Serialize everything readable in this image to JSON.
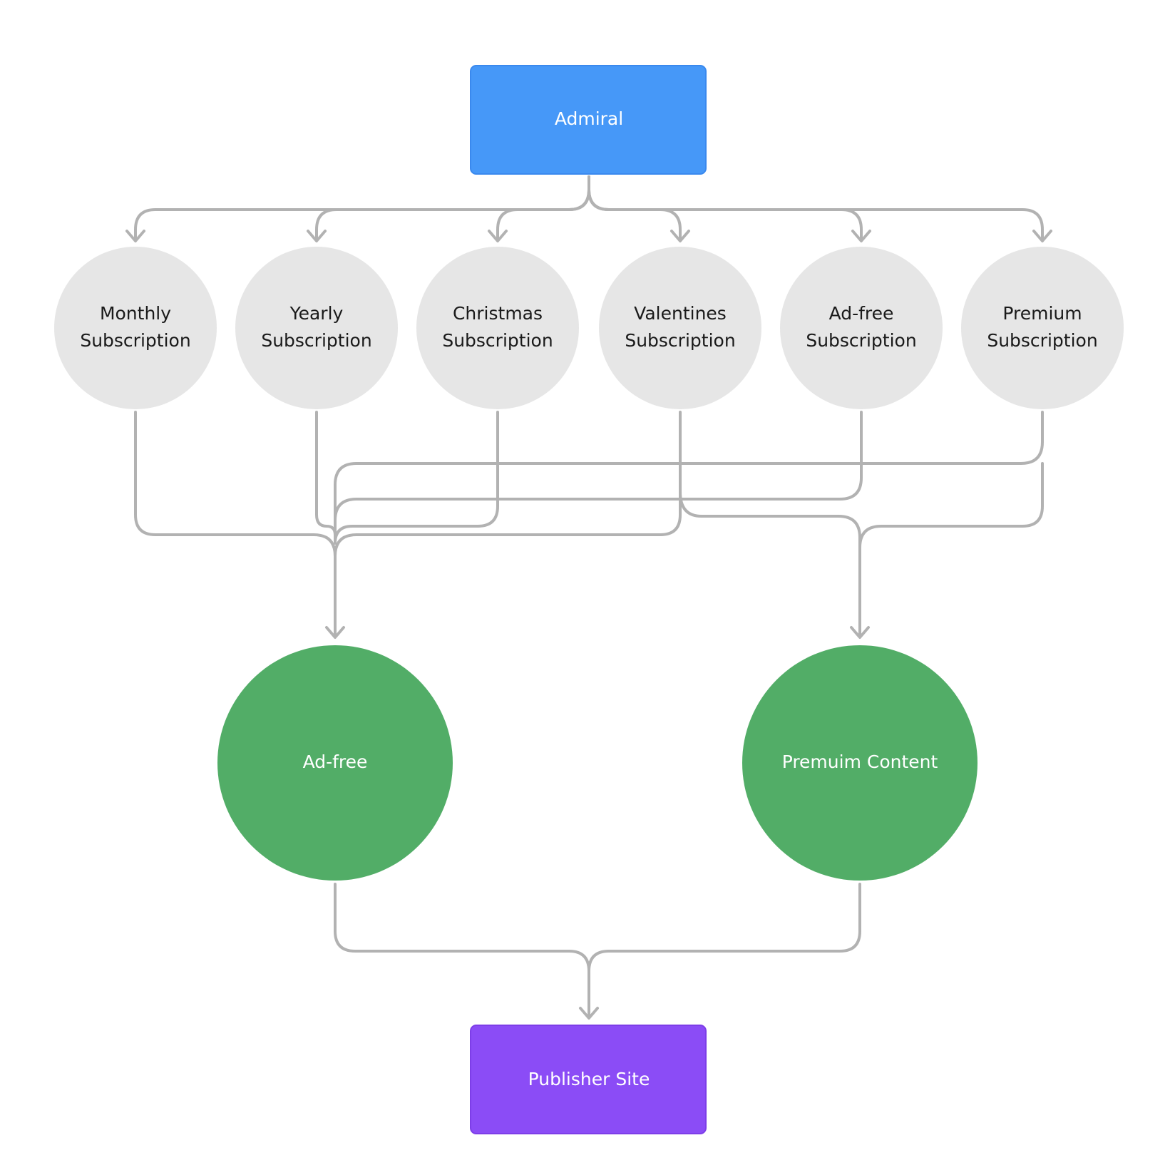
{
  "colors": {
    "admiral": "#4698f8",
    "subscription": "#e6e6e6",
    "feature": "#52ad67",
    "publisher": "#8b4cf6",
    "connector": "#b2b2b2",
    "text_dark": "#1a1a1a",
    "text_light": "#ffffff"
  },
  "nodes": {
    "admiral": {
      "label": "Admiral"
    },
    "subscriptions": [
      {
        "line1": "Monthly",
        "line2": "Subscription"
      },
      {
        "line1": "Yearly",
        "line2": "Subscription"
      },
      {
        "line1": "Christmas",
        "line2": "Subscription"
      },
      {
        "line1": "Valentines",
        "line2": "Subscription"
      },
      {
        "line1": "Ad-free",
        "line2": "Subscription"
      },
      {
        "line1": "Premium",
        "line2": "Subscription"
      }
    ],
    "ad_free": {
      "label": "Ad-free"
    },
    "premium_content": {
      "label": "Premuim Content"
    },
    "publisher": {
      "label": "Publisher Site"
    }
  },
  "edges": [
    {
      "from": "Admiral",
      "to": "Monthly Subscription"
    },
    {
      "from": "Admiral",
      "to": "Yearly Subscription"
    },
    {
      "from": "Admiral",
      "to": "Christmas Subscription"
    },
    {
      "from": "Admiral",
      "to": "Valentines Subscription"
    },
    {
      "from": "Admiral",
      "to": "Ad-free Subscription"
    },
    {
      "from": "Admiral",
      "to": "Premium Subscription"
    },
    {
      "from": "Monthly Subscription",
      "to": "Ad-free"
    },
    {
      "from": "Yearly Subscription",
      "to": "Ad-free"
    },
    {
      "from": "Christmas Subscription",
      "to": "Ad-free"
    },
    {
      "from": "Valentines Subscription",
      "to": "Ad-free"
    },
    {
      "from": "Ad-free Subscription",
      "to": "Ad-free"
    },
    {
      "from": "Premium Subscription",
      "to": "Ad-free"
    },
    {
      "from": "Valentines Subscription",
      "to": "Premuim Content"
    },
    {
      "from": "Premium Subscription",
      "to": "Premuim Content"
    },
    {
      "from": "Ad-free",
      "to": "Publisher Site"
    },
    {
      "from": "Premuim Content",
      "to": "Publisher Site"
    }
  ]
}
